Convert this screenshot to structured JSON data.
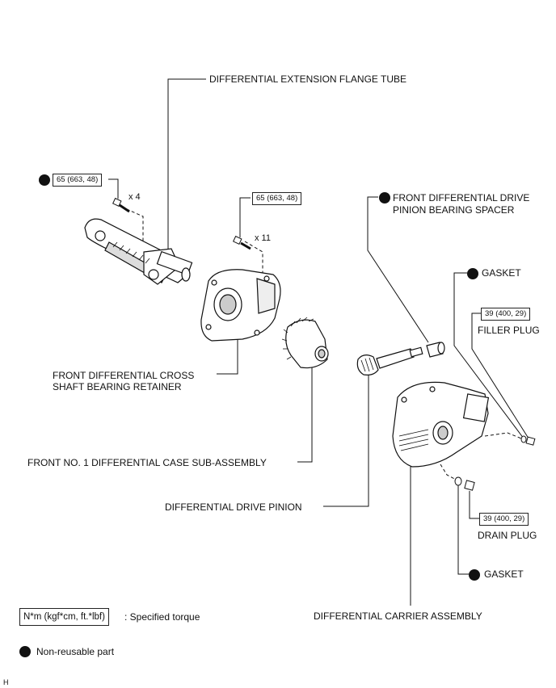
{
  "labels": {
    "ext_flange_tube": "DIFFERENTIAL EXTENSION FLANGE TUBE",
    "bearing_spacer_1": "FRONT DIFFERENTIAL DRIVE",
    "bearing_spacer_2": "PINION BEARING SPACER",
    "gasket_top": "GASKET",
    "filler_plug": "FILLER PLUG",
    "cross_shaft_1": "FRONT DIFFERENTIAL CROSS",
    "cross_shaft_2": "SHAFT BEARING RETAINER",
    "case_sub_assembly": "FRONT NO. 1 DIFFERENTIAL CASE SUB-ASSEMBLY",
    "drive_pinion": "DIFFERENTIAL DRIVE PINION",
    "drain_plug": "DRAIN PLUG",
    "gasket_bottom": "GASKET",
    "carrier_assembly": "DIFFERENTIAL CARRIER ASSEMBLY"
  },
  "torques": {
    "flange_tube_bolts": "65 (663, 48)",
    "retainer_bolts": "65 (663, 48)",
    "filler_plug": "39 (400, 29)",
    "drain_plug": "39 (400, 29)"
  },
  "quantities": {
    "flange_tube_bolts": "x 4",
    "retainer_bolts": "x 11"
  },
  "legend": {
    "torque_box": "N*m (kgf*cm, ft.*lbf)",
    "torque_text": ": Specified torque",
    "non_reusable": "Non-reusable part"
  },
  "corner_mark": "H"
}
